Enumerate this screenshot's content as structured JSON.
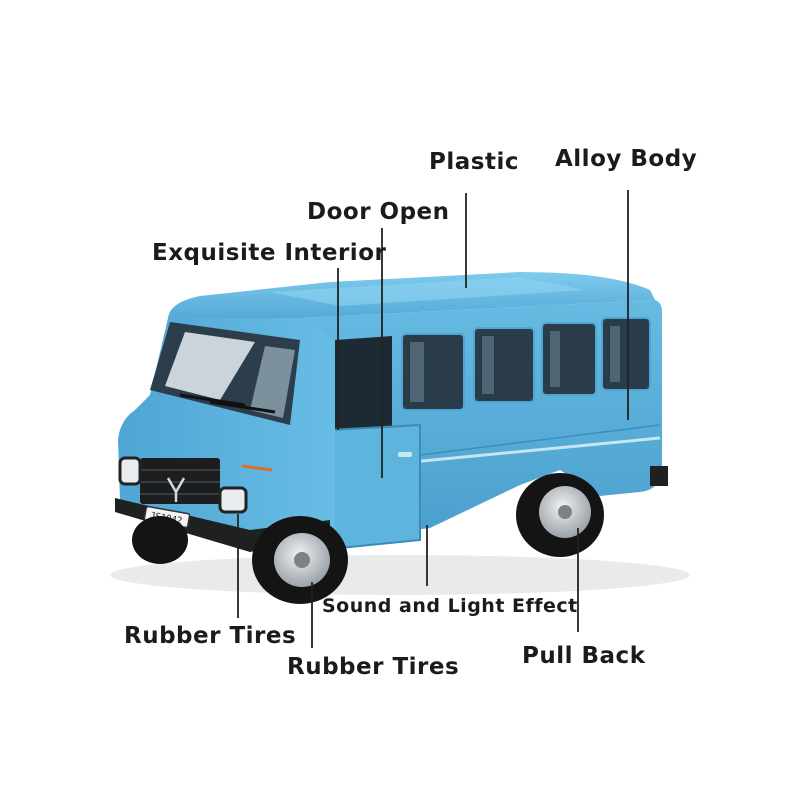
{
  "labels": {
    "plastic": "Plastic",
    "alloy_body": "Alloy Body",
    "door_open": "Door Open",
    "exquisite_interior": "Exquisite Interior",
    "sound_light": "Sound and Light Effect",
    "rubber_tires_1": "Rubber Tires",
    "rubber_tires_2": "Rubber Tires",
    "pull_back": "Pull Back"
  },
  "plate": "JS1042",
  "colors": {
    "body": "#5fb6df",
    "body_shadow": "#3f93c2",
    "roof": "#6cc0e6",
    "window": "#2b3e4c",
    "tire": "#1a1a1a",
    "hub": "#c9cdd1",
    "pointer": "#222222"
  }
}
